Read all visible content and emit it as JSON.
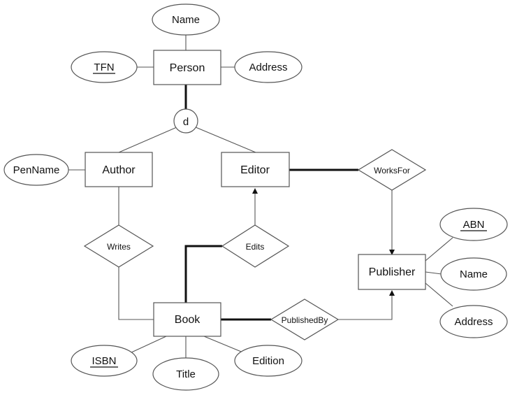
{
  "diagram": {
    "entities": {
      "person": "Person",
      "author": "Author",
      "editor": "Editor",
      "book": "Book",
      "publisher": "Publisher"
    },
    "disjoint_label": "d",
    "relationships": {
      "writes": "Writes",
      "edits": "Edits",
      "works_for": "WorksFor",
      "published_by": "PublishedBy"
    },
    "attributes": {
      "person_name": "Name",
      "person_tfn": "TFN",
      "person_address": "Address",
      "author_penname": "PenName",
      "book_isbn": "ISBN",
      "book_title": "Title",
      "book_edition": "Edition",
      "publisher_abn": "ABN",
      "publisher_name": "Name",
      "publisher_address": "Address"
    }
  }
}
